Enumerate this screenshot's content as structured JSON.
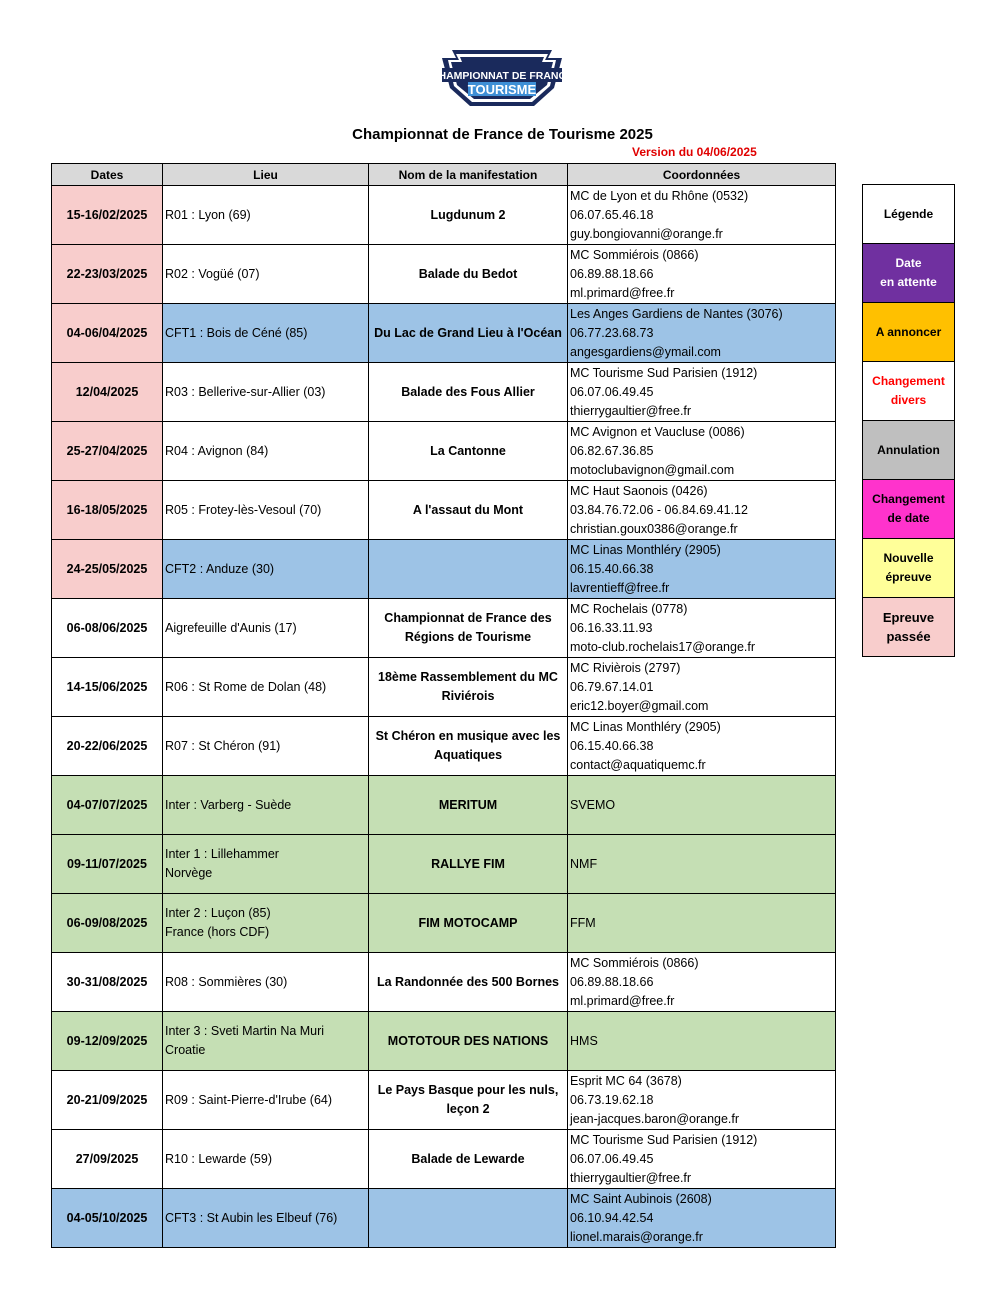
{
  "logo": {
    "line1": "CHAMPIONNAT DE FRANCE",
    "line2": "TOURISME"
  },
  "title": "Championnat de France de Tourisme 2025",
  "version": "Version du 04/06/2025",
  "headers": {
    "dates": "Dates",
    "lieu": "Lieu",
    "nom": "Nom de la manifestation",
    "coord": "Coordonnées"
  },
  "rows": [
    {
      "date": "15-16/02/2025",
      "lieu": "R01 : Lyon (69)",
      "nom": "Lugdunum 2",
      "c1": "MC de Lyon et du Rhône (0532)",
      "c2": "06.07.65.46.18",
      "c3": "guy.bongiovanni@orange.fr"
    },
    {
      "date": "22-23/03/2025",
      "lieu": "R02 : Vogüé (07)",
      "nom": "Balade du Bedot",
      "c1": "MC Sommiérois (0866)",
      "c2": "06.89.88.18.66",
      "c3": "ml.primard@free.fr"
    },
    {
      "date": "04-06/04/2025",
      "lieu": "CFT1 : Bois de Céné (85)",
      "nom": "Du Lac de Grand Lieu à l'Océan",
      "c1": "Les Anges Gardiens de Nantes (3076)",
      "c2": "06.77.23.68.73",
      "c3": "angesgardiens@ymail.com"
    },
    {
      "date": "12/04/2025",
      "lieu": "R03 : Bellerive-sur-Allier (03)",
      "nom": "Balade des Fous Allier",
      "c1": "MC Tourisme Sud Parisien (1912)",
      "c2": "06.07.06.49.45",
      "c3": "thierrygaultier@free.fr"
    },
    {
      "date": "25-27/04/2025",
      "lieu": "R04 : Avignon (84)",
      "nom": "La Cantonne",
      "c1": "MC Avignon et Vaucluse (0086)",
      "c2": "06.82.67.36.85",
      "c3": "motoclubavignon@gmail.com"
    },
    {
      "date": "16-18/05/2025",
      "lieu": "R05 : Frotey-lès-Vesoul (70)",
      "nom": "A l'assaut du Mont",
      "c1": "MC Haut Saonois (0426)",
      "c2": "03.84.76.72.06 - 06.84.69.41.12",
      "c3": "christian.goux0386@orange.fr"
    },
    {
      "date": "24-25/05/2025",
      "lieu": "CFT2 : Anduze (30)",
      "nom": "",
      "c1": "MC Linas Monthléry (2905)",
      "c2": "06.15.40.66.38",
      "c3": "lavrentieff@free.fr"
    },
    {
      "date": "06-08/06/2025",
      "lieu": "Aigrefeuille d'Aunis (17)",
      "nom": "Championnat de France des",
      "nom2": "Régions de Tourisme",
      "c1": "MC Rochelais (0778)",
      "c2": "06.16.33.11.93",
      "c3": "moto-club.rochelais17@orange.fr"
    },
    {
      "date": "14-15/06/2025",
      "lieu": "R06 : St Rome de Dolan (48)",
      "nom": "18ème Rassemblement du MC",
      "nom2": "Riviérois",
      "c1": "MC Rivièrois (2797)",
      "c2": "06.79.67.14.01",
      "c3": "eric12.boyer@gmail.com"
    },
    {
      "date": "20-22/06/2025",
      "lieu": "R07 : St Chéron (91)",
      "nom": "St Chéron en musique avec les",
      "nom2": "Aquatiques",
      "c1": "MC Linas Monthléry (2905)",
      "c2": "06.15.40.66.38",
      "c3": "contact@aquatiquemc.fr"
    },
    {
      "date": "04-07/07/2025",
      "lieu": "Inter : Varberg - Suède",
      "nom": "MERITUM",
      "c1": "SVEMO",
      "c2": "",
      "c3": ""
    },
    {
      "date": "09-11/07/2025",
      "lieu": "Inter 1 : Lillehammer",
      "lieu2": "Norvège",
      "nom": "RALLYE FIM",
      "c1": "NMF",
      "c2": "",
      "c3": ""
    },
    {
      "date": "06-09/08/2025",
      "lieu": "Inter 2 : Luçon (85)",
      "lieu2": "France (hors CDF)",
      "nom": "FIM MOTOCAMP",
      "c1": "FFM",
      "c2": "",
      "c3": ""
    },
    {
      "date": "30-31/08/2025",
      "lieu": "R08 : Sommières (30)",
      "nom": "La Randonnée des 500 Bornes",
      "c1": "MC Sommiérois (0866)",
      "c2": "06.89.88.18.66",
      "c3": "ml.primard@free.fr"
    },
    {
      "date": "09-12/09/2025",
      "lieu": "Inter 3 : Sveti Martin Na Muri",
      "lieu2": "Croatie",
      "nom": "MOTOTOUR DES NATIONS",
      "c1": "HMS",
      "c2": "",
      "c3": ""
    },
    {
      "date": "20-21/09/2025",
      "lieu": "R09 : Saint-Pierre-d'Irube (64)",
      "nom": "Le Pays Basque pour les nuls,",
      "nom2": "leçon 2",
      "c1": "Esprit MC 64 (3678)",
      "c2": "06.73.19.62.18",
      "c3": "jean-jacques.baron@orange.fr"
    },
    {
      "date": "27/09/2025",
      "lieu": "R10 : Lewarde (59)",
      "nom": "Balade de Lewarde",
      "c1": "MC Tourisme Sud Parisien (1912)",
      "c2": "06.07.06.49.45",
      "c3": "thierrygaultier@free.fr"
    },
    {
      "date": "04-05/10/2025",
      "lieu": "CFT3 : St Aubin les Elbeuf (76)",
      "nom": "",
      "c1": "MC Saint Aubinois (2608)",
      "c2": "06.10.94.42.54",
      "c3": "lionel.marais@orange.fr"
    }
  ],
  "legend": {
    "title": "Légende",
    "attente1": "Date",
    "attente2": "en attente",
    "annoncer": "A annoncer",
    "divers1": "Changement",
    "divers2": "divers",
    "annulation": "Annulation",
    "cdate1": "Changement",
    "cdate2": "de date",
    "nouvelle1": "Nouvelle",
    "nouvelle2": "épreuve",
    "passee1": "Epreuve",
    "passee2": "passée"
  },
  "colors": {
    "passee": "#f8cdcc",
    "cft": "#9dc3e6",
    "inter": "#c5dfb4",
    "attente": "#7030a0",
    "annoncer": "#ffc000",
    "annulation": "#bfbfbf",
    "changement_date": "#ff33cc",
    "nouvelle": "#ffff99",
    "version": "#e00000"
  }
}
